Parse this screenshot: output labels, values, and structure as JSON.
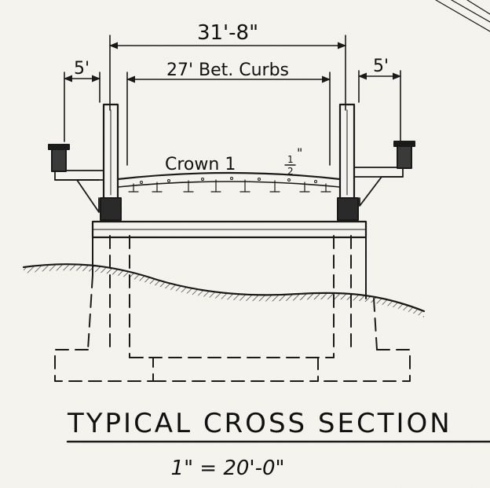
{
  "dimensions": {
    "overall_width": "31'-8\"",
    "between_curbs": "27' Bet. Curbs",
    "left_sidewalk": "5'",
    "right_sidewalk": "5'"
  },
  "crown": {
    "prefix": "Crown 1",
    "frac_num": "1",
    "frac_den": "2",
    "suffix": "\""
  },
  "drawing": {
    "title": "TYPICAL CROSS SECTION",
    "scale": "1\" = 20'-0\""
  },
  "colors": {
    "ink": "#1a1a1a",
    "paper": "#f6f5f0"
  }
}
